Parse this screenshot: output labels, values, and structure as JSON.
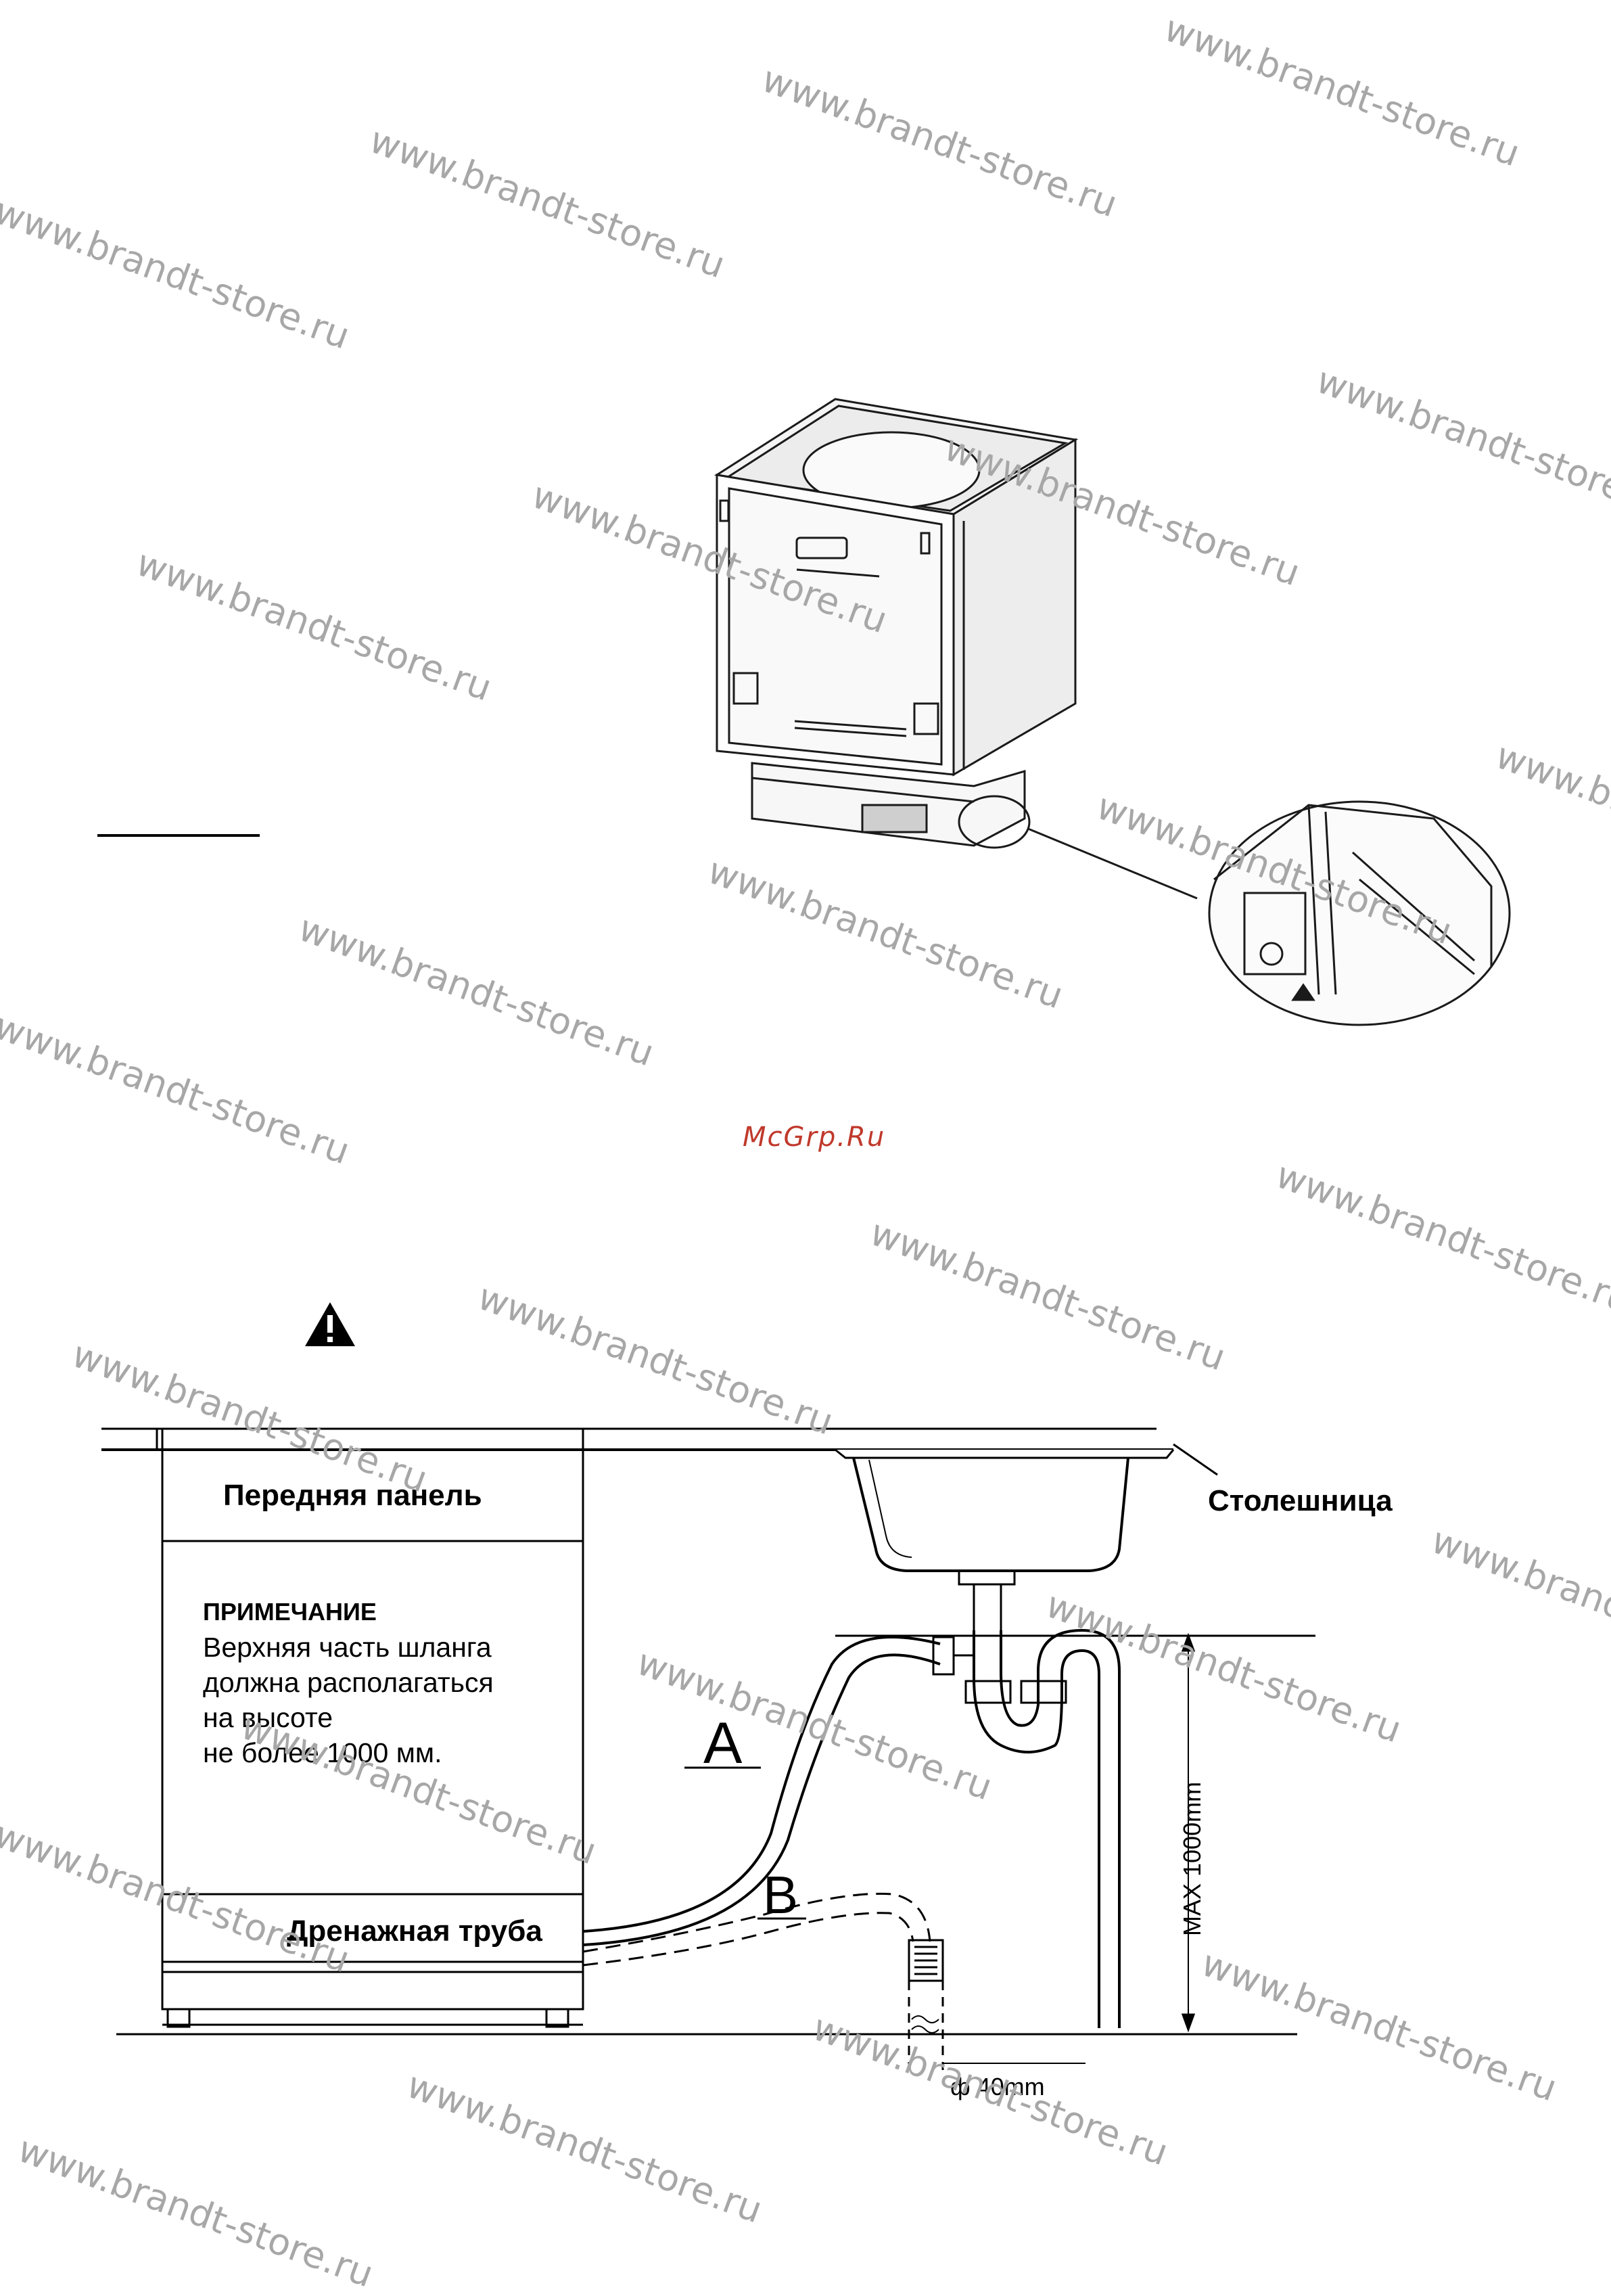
{
  "watermark": {
    "text": "www.brandt-store.ru",
    "color": "#a7a7a7"
  },
  "footer_mark": "McGrp.Ru",
  "diagram": {
    "front_panel": "Передняя панель",
    "note_title": "ПРИМЕЧАНИЕ",
    "note_lines": [
      "Верхняя часть шланга",
      "должна располагаться",
      "на высоте",
      "не более 1000 мм."
    ],
    "drain_pipe": "Дренажная труба",
    "countertop": "Столешница",
    "hose_a": "A",
    "hose_b": "B",
    "max_height": "MAX 1000mm",
    "diameter": "ф 40mm",
    "warning_icon": "warning-triangle-icon"
  }
}
